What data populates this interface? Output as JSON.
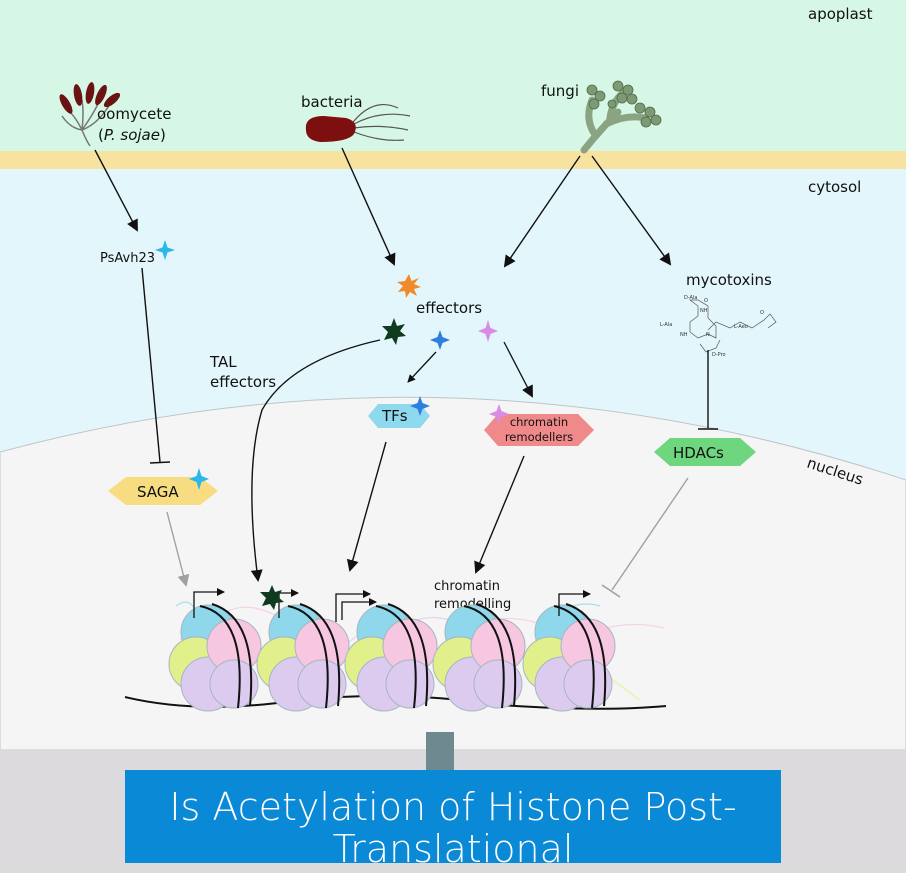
{
  "compartments": {
    "apoplast": "apoplast",
    "cytosol": "cytosol",
    "nucleus": "nucleus"
  },
  "pathogens": {
    "oomycete_line1": "oomycete",
    "oomycete_species": "P. sojae",
    "bacteria": "bacteria",
    "fungi": "fungi"
  },
  "molecules": {
    "psavh23": "PsAvh23",
    "effectors": "effectors",
    "tal_line1": "TAL",
    "tal_line2": "effectors",
    "tfs": "TFs",
    "remodellers_line1": "chromatin",
    "remodellers_line2": "remodellers",
    "saga": "SAGA",
    "hdacs": "HDACs",
    "mycotoxins": "mycotoxins",
    "remodelling_line1": "chromatin",
    "remodelling_line2": "remodelling"
  },
  "chemical_structure_labels": {
    "d_ala": "D-Ala",
    "l_ala": "L-Ala",
    "l_aeo": "L-Aeo",
    "d_pro": "D-Pro",
    "nh": "NH",
    "o": "O",
    "n": "N"
  },
  "banner": {
    "title": "Is Acetylation of Histone Post-Translational"
  },
  "colors": {
    "apoplast_bg": "#d6f7e6",
    "membrane": "#f7e2a0",
    "cytosol_bg": "#e3f6fb",
    "nucleus_bg": "#f5f5f5",
    "saga": "#f7dc82",
    "tfs": "#8fd9ee",
    "chromatin_remodellers": "#f08a8a",
    "hdacs": "#6ed67f",
    "banner": "#0a8ad6",
    "histone_blue": "#8fd7ea",
    "histone_pink": "#f7c6e0",
    "histone_purple": "#dccbee",
    "histone_yellow": "#e2f08c"
  },
  "icons": [
    "oomycete-icon",
    "bacteria-icon",
    "fungi-icon",
    "mycotoxin-structure-icon",
    "effector-star-icon",
    "nucleosome-icon",
    "tss-arrow-icon"
  ]
}
